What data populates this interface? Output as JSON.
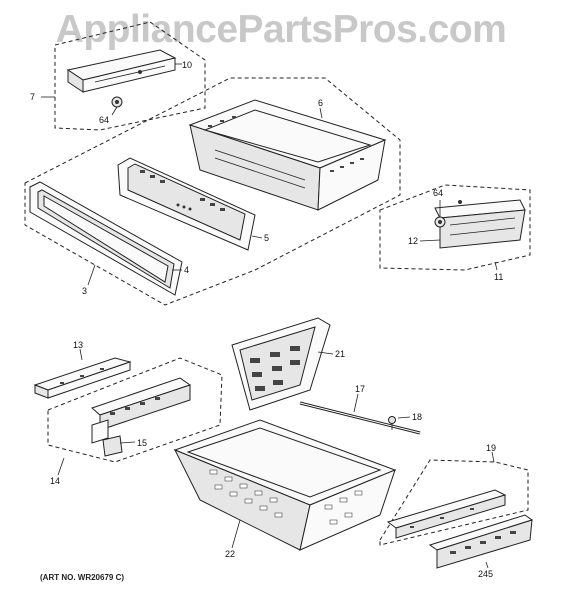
{
  "watermark": "AppliancePartsPros.com",
  "art_number": "(ART NO. WR20679 C)",
  "labels": {
    "p3": "3",
    "p4": "4",
    "p5": "5",
    "p6": "6",
    "p7": "7",
    "p10": "10",
    "p11": "11",
    "p12": "12",
    "p13": "13",
    "p14": "14",
    "p15": "15",
    "p17": "17",
    "p18": "18",
    "p19": "19",
    "p21": "21",
    "p22": "22",
    "p245": "245",
    "p64a": "64",
    "p64b": "64"
  }
}
